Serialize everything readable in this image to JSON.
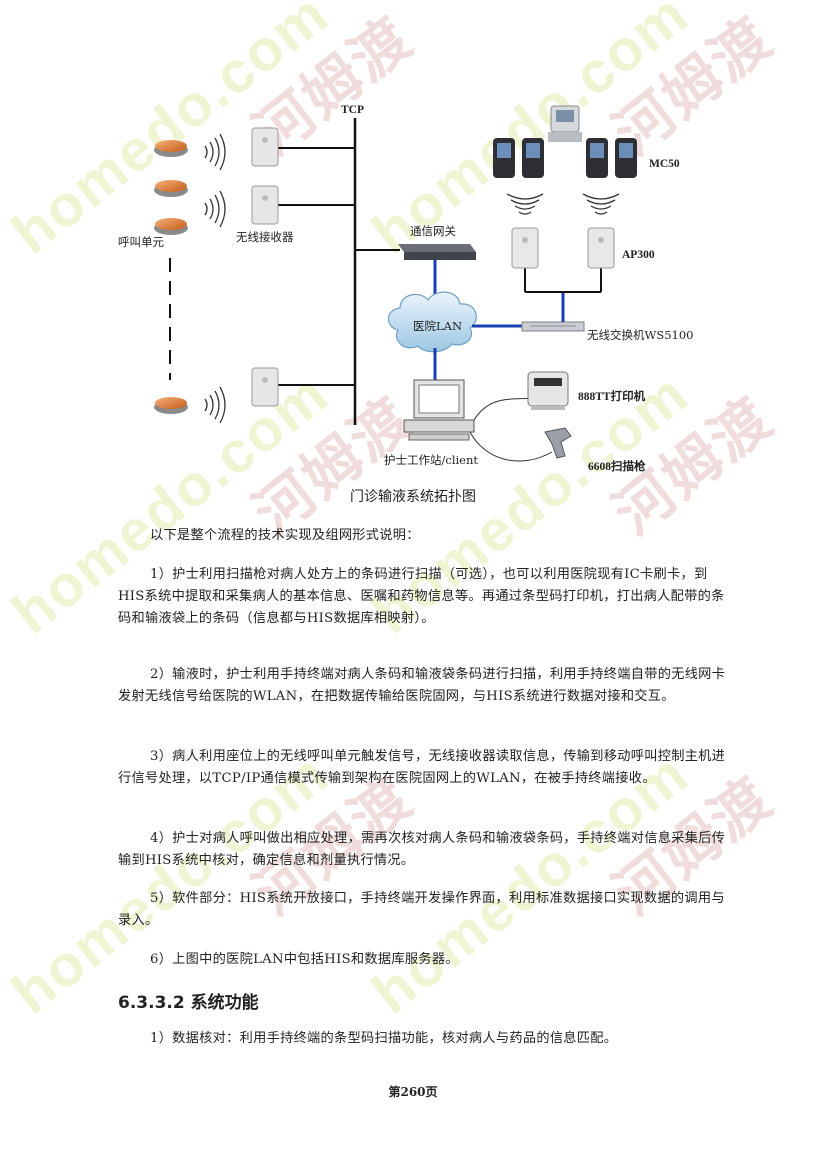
{
  "diagram": {
    "labels": {
      "tcp": "TCP",
      "mc50": "MC50",
      "call_unit": "呼叫单元",
      "wireless_receiver": "无线接收器",
      "comm_gateway": "通信网关",
      "ap300": "AP300",
      "hospital_lan": "医院LAN",
      "wireless_switch": "无线交换机WS5100",
      "printer": "888TT打印机",
      "workstation": "护士工作站/client",
      "scanner": "6608扫描枪"
    },
    "caption": "门诊输液系统拓扑图"
  },
  "body": {
    "intro": "以下是整个流程的技术实现及组网形式说明：",
    "p1": "1）护士利用扫描枪对病人处方上的条码进行扫描（可选），也可以利用医院现有IC卡刷卡，到HIS系统中提取和采集病人的基本信息、医嘱和药物信息等。再通过条型码打印机，打出病人配带的条码和输液袋上的条码（信息都与HIS数据库相映射）。",
    "p2": "2）输液时，护士利用手持终端对病人条码和输液袋条码进行扫描，利用手持终端自带的无线网卡发射无线信号给医院的WLAN，在把数据传输给医院固网，与HIS系统进行数据对接和交互。",
    "p3": "3）病人利用座位上的无线呼叫单元触发信号，无线接收器读取信息，传输到移动呼叫控制主机进行信号处理，以TCP/IP通信模式传输到架构在医院固网上的WLAN，在被手持终端接收。",
    "p4": "4）护士对病人呼叫做出相应处理，需再次核对病人条码和输液袋条码，手持终端对信息采集后传输到HIS系统中核对，确定信息和剂量执行情况。",
    "p5": "5）软件部分：HIS系统开放接口，手持终端开发操作界面，利用标准数据接口实现数据的调用与录入。",
    "p6": "6）上图中的医院LAN中包括HIS和数据库服务器。",
    "heading": "6.3.3.2 系统功能",
    "p7": "1）数据核对：利用手持终端的条型码扫描功能，核对病人与药品的信息匹配。"
  },
  "footer": {
    "page": "第260页"
  },
  "watermark": {
    "latin": "homedo.com",
    "cn": "河姆渡"
  }
}
